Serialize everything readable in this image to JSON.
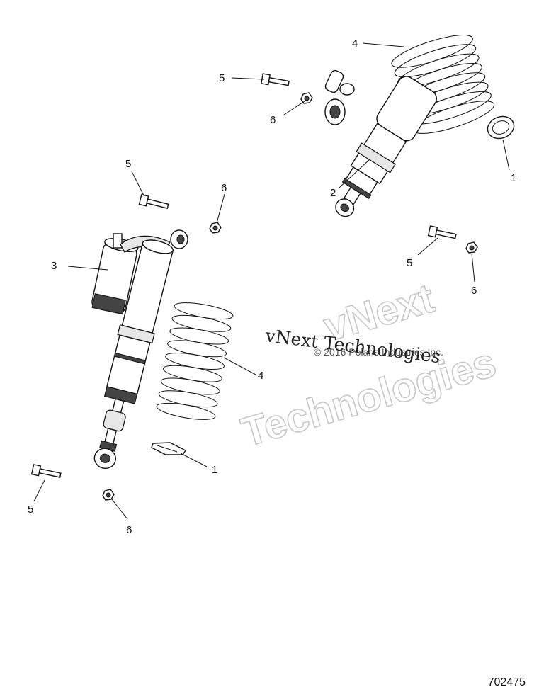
{
  "callouts": {
    "c1_top": "1",
    "c2": "2",
    "c3": "3",
    "c4_top": "4",
    "c4_mid": "4",
    "c5_top": "5",
    "c5_left_upper": "5",
    "c5_right": "5",
    "c5_left_lower": "5",
    "c6_top": "6",
    "c6_mid": "6",
    "c6_right": "6",
    "c6_bottom": "6",
    "c1_bottom": "1"
  },
  "watermark": {
    "line1": "vNext",
    "line2": "Technologies",
    "serif": "vNext Technologies",
    "copyright": "© 2016 Polaris Industries Inc."
  },
  "diagram_id": "702475"
}
